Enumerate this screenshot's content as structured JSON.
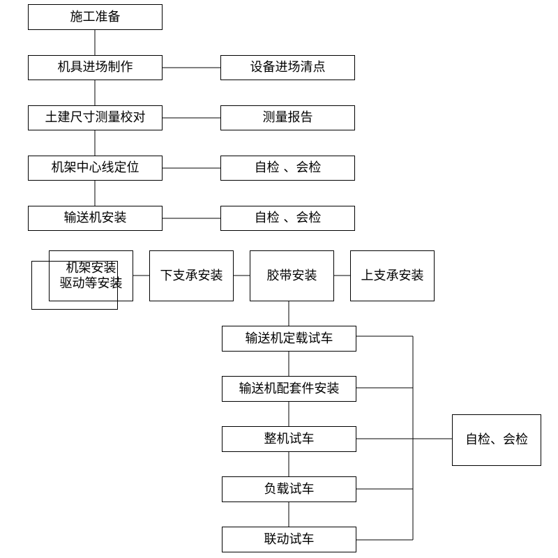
{
  "steps": {
    "prep": "施工准备",
    "tooling": "机具进场制作",
    "measure": "土建尺寸测量校对",
    "center": "机架中心线定位",
    "conveyor_install": "输送机安装",
    "frame_drive": "机架安装\n驱动等安装",
    "lower_support": "下支承安装",
    "belt": "胶带安装",
    "upper_support": "上支承安装",
    "load_test": "输送机定载试车",
    "accessories": "输送机配套件安装",
    "whole_test": "整机试车",
    "loaded_test": "负载试车",
    "linked_test": "联动试车"
  },
  "checks": {
    "equipment_count": "设备进场清点",
    "measure_report": "测量报告",
    "self_check_1": "自检 、会检",
    "self_check_2": "自检 、会检",
    "self_check_final": "自检、会检"
  }
}
